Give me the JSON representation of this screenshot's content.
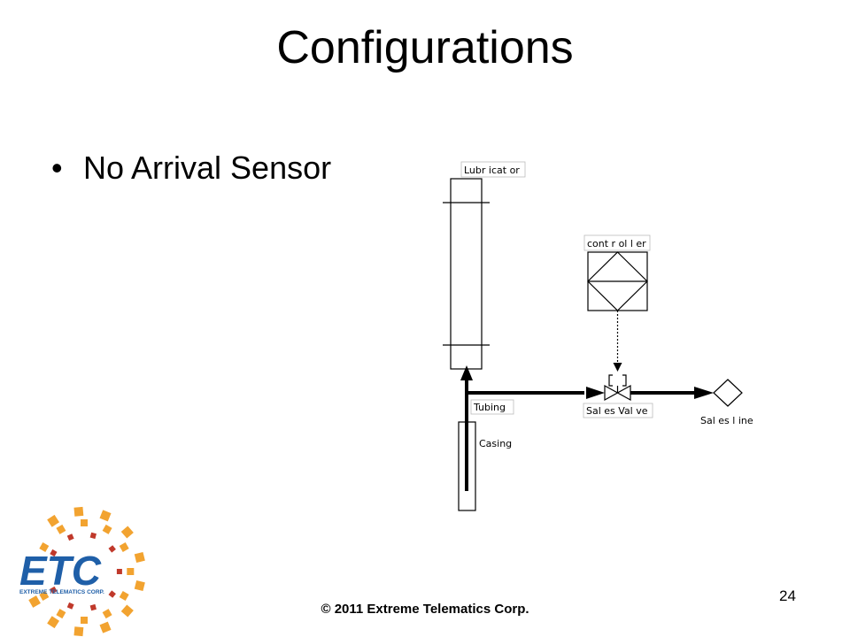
{
  "slide": {
    "title": "Configurations",
    "bullet": "No Arrival Sensor",
    "copyright": "© 2011 Extreme Telematics Corp.",
    "page_number": "24"
  },
  "diagram": {
    "lubricator_label": "Lubr icat or",
    "controller_label": "cont r ol l er",
    "tubing_label": "Tubing",
    "casing_label": "Casing",
    "sales_valve_label": "Sal es Val ve",
    "sales_line_label": "Sal es  l ine"
  },
  "logo": {
    "letters": "ETC",
    "company": "EXTREME TELEMATICS CORP.",
    "colors": {
      "blue": "#1f5fa8",
      "orange": "#f2a330",
      "red": "#c0392b"
    }
  }
}
